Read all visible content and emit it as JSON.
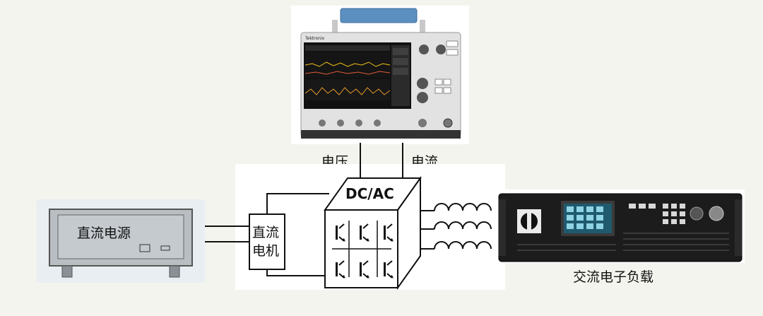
{
  "labels": {
    "voltage": "电压",
    "current": "电流",
    "converter": "DC/AC",
    "dc_supply": "直流电源",
    "motor_line1": "直流",
    "motor_line2": "电机",
    "ac_load": "交流电子负载"
  },
  "oscilloscope": {
    "brand": "Tektronix"
  },
  "colors": {
    "background": "#f4f4ee",
    "panel": "#ffffff",
    "wire": "#111111",
    "scope_handle": "#5b8fc0"
  },
  "icons": [
    "oscilloscope",
    "dc-power-supply",
    "ac-electronic-load",
    "inductor-coil",
    "power-switch"
  ]
}
